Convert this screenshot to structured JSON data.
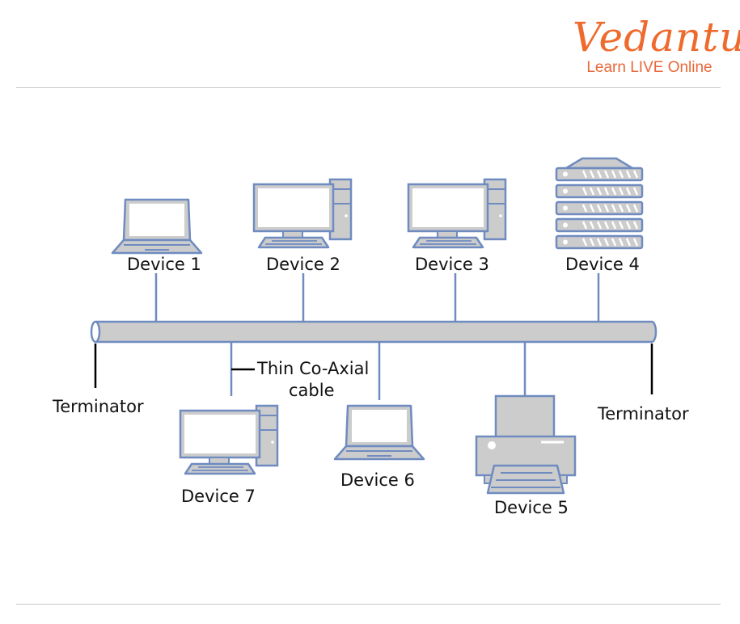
{
  "brand": {
    "name": "Vedantu",
    "tagline": "Learn LIVE Online",
    "color": "#ee6b2e"
  },
  "diagram": {
    "title": "Bus Topology",
    "colors": {
      "stroke": "#6f8bc0",
      "fill": "#cccccc",
      "screen": "#ffffff",
      "terminator": "#000000"
    },
    "bus": {
      "label": "Thin Co-Axial cable"
    },
    "bus_label_lines": [
      "Thin Co-Axial",
      "cable"
    ],
    "terminators": [
      {
        "label": "Terminator",
        "side": "left"
      },
      {
        "label": "Terminator",
        "side": "right"
      }
    ],
    "devices": [
      {
        "id": 1,
        "label": "Device 1",
        "type": "laptop",
        "position": "top"
      },
      {
        "id": 2,
        "label": "Device 2",
        "type": "desktop",
        "position": "top"
      },
      {
        "id": 3,
        "label": "Device 3",
        "type": "desktop",
        "position": "top"
      },
      {
        "id": 4,
        "label": "Device 4",
        "type": "server",
        "position": "top"
      },
      {
        "id": 5,
        "label": "Device 5",
        "type": "printer",
        "position": "bottom"
      },
      {
        "id": 6,
        "label": "Device 6",
        "type": "laptop",
        "position": "bottom"
      },
      {
        "id": 7,
        "label": "Device 7",
        "type": "desktop",
        "position": "bottom"
      }
    ]
  }
}
